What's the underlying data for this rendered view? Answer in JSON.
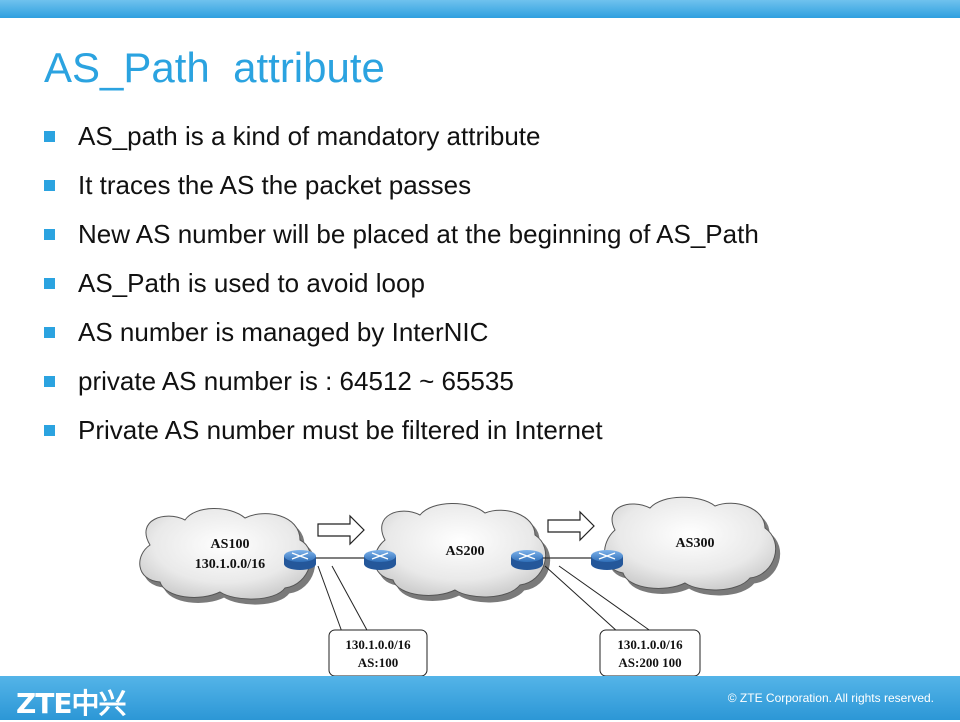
{
  "slide": {
    "title": "AS_Path  attribute",
    "bullets": [
      "AS_path is a kind of mandatory attribute",
      "It traces the AS the packet passes",
      "New AS number will be placed at the beginning of AS_Path",
      "AS_Path is used to avoid loop",
      "AS number is managed by InterNIC",
      "private AS number is : 64512 ~ 65535",
      "Private AS number must be filtered in Internet"
    ]
  },
  "diagram": {
    "clouds": [
      {
        "label": "AS100",
        "prefix": "130.1.0.0/16"
      },
      {
        "label": "AS200"
      },
      {
        "label": "AS300"
      }
    ],
    "callouts": [
      {
        "prefix": "130.1.0.0/16",
        "path": "AS:100"
      },
      {
        "prefix": "130.1.0.0/16",
        "path": "AS:200 100"
      }
    ]
  },
  "footer": {
    "logo": "ZTE中兴",
    "copyright": "© ZTE Corporation. All rights reserved."
  },
  "colors": {
    "accent": "#2ba3e0",
    "footer": "#3aa6e0",
    "router": "#3b7fc6"
  }
}
